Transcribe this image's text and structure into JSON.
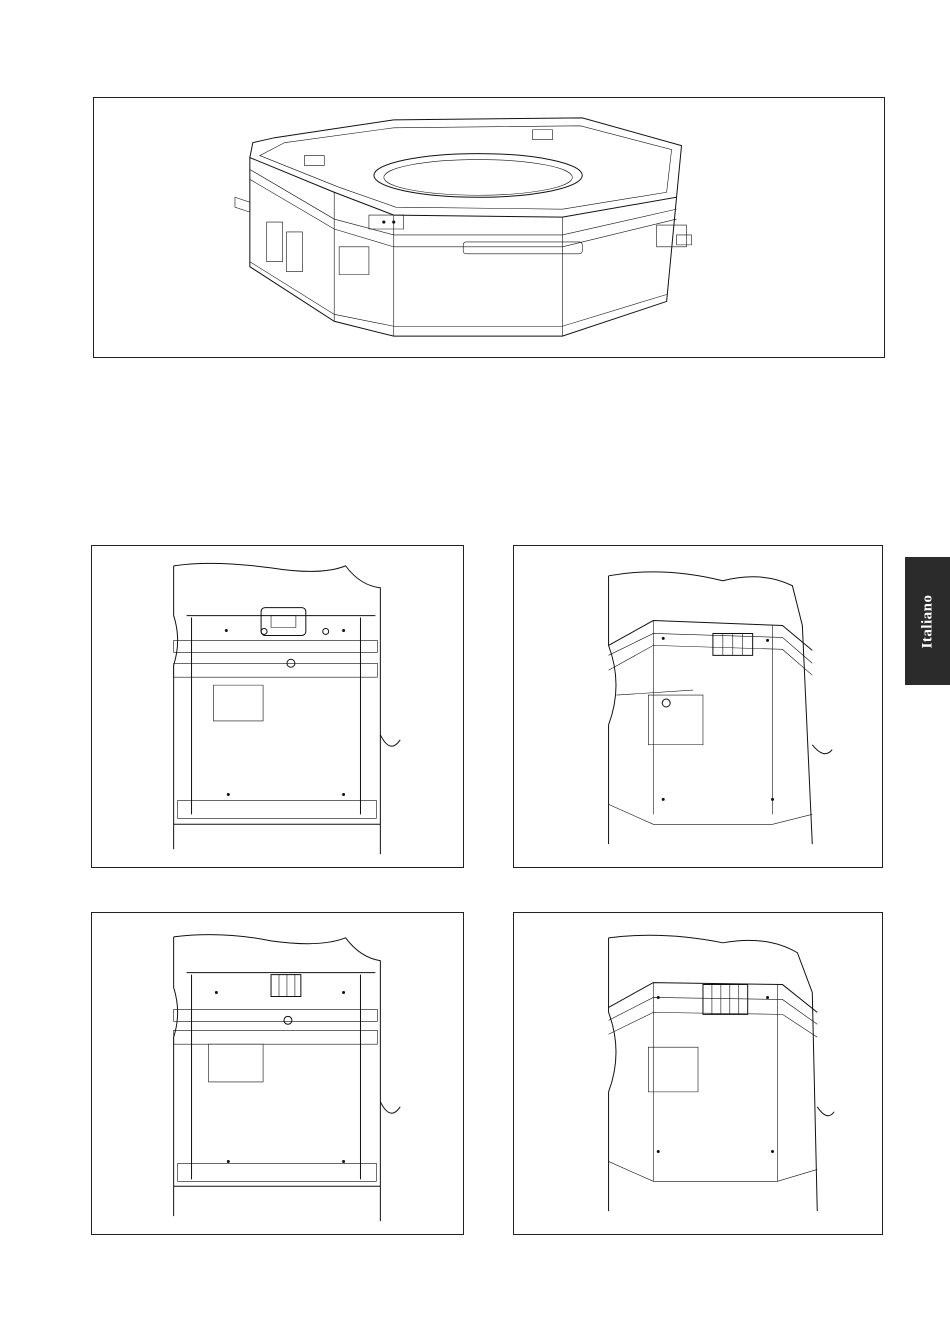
{
  "side_tab": {
    "label": "Italiano"
  },
  "figures": [
    {
      "id": "main",
      "icon": "cassette-unit-isometric-drawing"
    },
    {
      "id": "front-closed",
      "icon": "unit-front-panel-drawing"
    },
    {
      "id": "corner-terminal-open",
      "icon": "unit-corner-terminal-drawing"
    },
    {
      "id": "front-terminal",
      "icon": "unit-front-terminal-drawing"
    },
    {
      "id": "corner-terminal-block",
      "icon": "unit-corner-terminal-block-drawing"
    }
  ]
}
